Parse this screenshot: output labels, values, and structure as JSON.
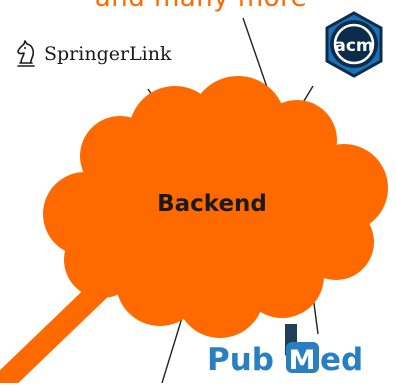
{
  "top_caption": "and many more",
  "logos": {
    "springer": {
      "name": "SpringerLink"
    },
    "acm": {
      "name": "acm"
    },
    "pubmed": {
      "pub": "Pub",
      "m": "M",
      "ed": "ed"
    }
  },
  "cloud": {
    "label": "Backend"
  },
  "colors": {
    "cloud": "#ff6a00",
    "caption": "#ff6a00",
    "pubmed_blue": "#2a7fc0",
    "pubmed_dark": "#1f3f5c",
    "acm_blue": "#1b72b8",
    "acm_dark": "#0b2c4a"
  }
}
